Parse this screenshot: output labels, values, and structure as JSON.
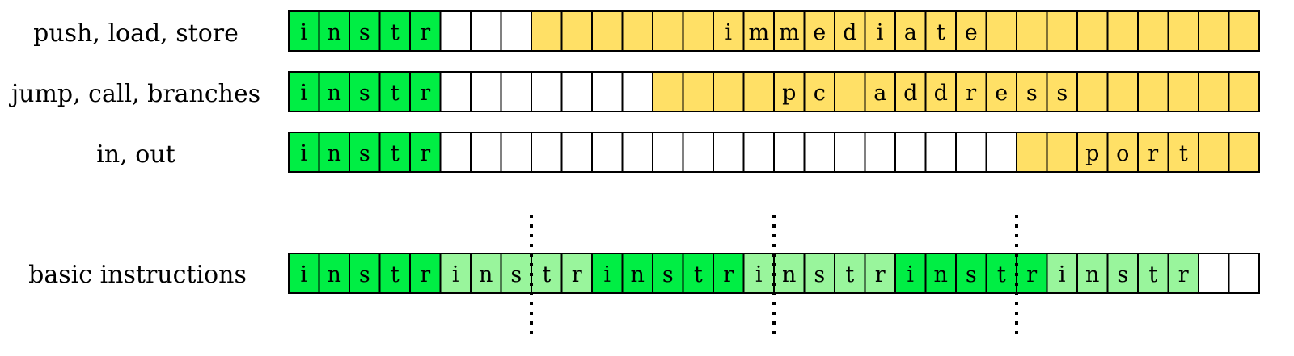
{
  "colors": {
    "instr": "#00ee44",
    "instr_light": "#99f59c",
    "field": "#ffe066",
    "empty": "#ffffff",
    "border": "#000000"
  },
  "rows": [
    {
      "label": "push, load, store",
      "cells": [
        {
          "c": "i",
          "t": "instr"
        },
        {
          "c": "n",
          "t": "instr"
        },
        {
          "c": "s",
          "t": "instr"
        },
        {
          "c": "t",
          "t": "instr"
        },
        {
          "c": "r",
          "t": "instr"
        },
        {
          "c": "",
          "t": "empty"
        },
        {
          "c": "",
          "t": "empty"
        },
        {
          "c": "",
          "t": "empty"
        },
        {
          "c": "",
          "t": "field"
        },
        {
          "c": "",
          "t": "field"
        },
        {
          "c": "",
          "t": "field"
        },
        {
          "c": "",
          "t": "field"
        },
        {
          "c": "",
          "t": "field"
        },
        {
          "c": "",
          "t": "field"
        },
        {
          "c": "i",
          "t": "field"
        },
        {
          "c": "m",
          "t": "field"
        },
        {
          "c": "m",
          "t": "field"
        },
        {
          "c": "e",
          "t": "field"
        },
        {
          "c": "d",
          "t": "field"
        },
        {
          "c": "i",
          "t": "field"
        },
        {
          "c": "a",
          "t": "field"
        },
        {
          "c": "t",
          "t": "field"
        },
        {
          "c": "e",
          "t": "field"
        },
        {
          "c": "",
          "t": "field"
        },
        {
          "c": "",
          "t": "field"
        },
        {
          "c": "",
          "t": "field"
        },
        {
          "c": "",
          "t": "field"
        },
        {
          "c": "",
          "t": "field"
        },
        {
          "c": "",
          "t": "field"
        },
        {
          "c": "",
          "t": "field"
        },
        {
          "c": "",
          "t": "field"
        },
        {
          "c": "",
          "t": "field"
        }
      ]
    },
    {
      "label": "jump, call, branches",
      "cells": [
        {
          "c": "i",
          "t": "instr"
        },
        {
          "c": "n",
          "t": "instr"
        },
        {
          "c": "s",
          "t": "instr"
        },
        {
          "c": "t",
          "t": "instr"
        },
        {
          "c": "r",
          "t": "instr"
        },
        {
          "c": "",
          "t": "empty"
        },
        {
          "c": "",
          "t": "empty"
        },
        {
          "c": "",
          "t": "empty"
        },
        {
          "c": "",
          "t": "empty"
        },
        {
          "c": "",
          "t": "empty"
        },
        {
          "c": "",
          "t": "empty"
        },
        {
          "c": "",
          "t": "empty"
        },
        {
          "c": "",
          "t": "field"
        },
        {
          "c": "",
          "t": "field"
        },
        {
          "c": "",
          "t": "field"
        },
        {
          "c": "",
          "t": "field"
        },
        {
          "c": "p",
          "t": "field"
        },
        {
          "c": "c",
          "t": "field"
        },
        {
          "c": "",
          "t": "field"
        },
        {
          "c": "a",
          "t": "field"
        },
        {
          "c": "d",
          "t": "field"
        },
        {
          "c": "d",
          "t": "field"
        },
        {
          "c": "r",
          "t": "field"
        },
        {
          "c": "e",
          "t": "field"
        },
        {
          "c": "s",
          "t": "field"
        },
        {
          "c": "s",
          "t": "field"
        },
        {
          "c": "",
          "t": "field"
        },
        {
          "c": "",
          "t": "field"
        },
        {
          "c": "",
          "t": "field"
        },
        {
          "c": "",
          "t": "field"
        },
        {
          "c": "",
          "t": "field"
        },
        {
          "c": "",
          "t": "field"
        }
      ]
    },
    {
      "label": "in, out",
      "cells": [
        {
          "c": "i",
          "t": "instr"
        },
        {
          "c": "n",
          "t": "instr"
        },
        {
          "c": "s",
          "t": "instr"
        },
        {
          "c": "t",
          "t": "instr"
        },
        {
          "c": "r",
          "t": "instr"
        },
        {
          "c": "",
          "t": "empty"
        },
        {
          "c": "",
          "t": "empty"
        },
        {
          "c": "",
          "t": "empty"
        },
        {
          "c": "",
          "t": "empty"
        },
        {
          "c": "",
          "t": "empty"
        },
        {
          "c": "",
          "t": "empty"
        },
        {
          "c": "",
          "t": "empty"
        },
        {
          "c": "",
          "t": "empty"
        },
        {
          "c": "",
          "t": "empty"
        },
        {
          "c": "",
          "t": "empty"
        },
        {
          "c": "",
          "t": "empty"
        },
        {
          "c": "",
          "t": "empty"
        },
        {
          "c": "",
          "t": "empty"
        },
        {
          "c": "",
          "t": "empty"
        },
        {
          "c": "",
          "t": "empty"
        },
        {
          "c": "",
          "t": "empty"
        },
        {
          "c": "",
          "t": "empty"
        },
        {
          "c": "",
          "t": "empty"
        },
        {
          "c": "",
          "t": "empty"
        },
        {
          "c": "",
          "t": "field"
        },
        {
          "c": "",
          "t": "field"
        },
        {
          "c": "p",
          "t": "field"
        },
        {
          "c": "o",
          "t": "field"
        },
        {
          "c": "r",
          "t": "field"
        },
        {
          "c": "t",
          "t": "field"
        },
        {
          "c": "",
          "t": "field"
        },
        {
          "c": "",
          "t": "field"
        }
      ]
    },
    {
      "label": "basic instructions",
      "cells": [
        {
          "c": "i",
          "t": "instr"
        },
        {
          "c": "n",
          "t": "instr"
        },
        {
          "c": "s",
          "t": "instr"
        },
        {
          "c": "t",
          "t": "instr"
        },
        {
          "c": "r",
          "t": "instr"
        },
        {
          "c": "i",
          "t": "instr_light"
        },
        {
          "c": "n",
          "t": "instr_light"
        },
        {
          "c": "s",
          "t": "instr_light"
        },
        {
          "c": "t",
          "t": "instr_light"
        },
        {
          "c": "r",
          "t": "instr_light"
        },
        {
          "c": "i",
          "t": "instr"
        },
        {
          "c": "n",
          "t": "instr"
        },
        {
          "c": "s",
          "t": "instr"
        },
        {
          "c": "t",
          "t": "instr"
        },
        {
          "c": "r",
          "t": "instr"
        },
        {
          "c": "i",
          "t": "instr_light"
        },
        {
          "c": "n",
          "t": "instr_light"
        },
        {
          "c": "s",
          "t": "instr_light"
        },
        {
          "c": "t",
          "t": "instr_light"
        },
        {
          "c": "r",
          "t": "instr_light"
        },
        {
          "c": "i",
          "t": "instr"
        },
        {
          "c": "n",
          "t": "instr"
        },
        {
          "c": "s",
          "t": "instr"
        },
        {
          "c": "t",
          "t": "instr"
        },
        {
          "c": "r",
          "t": "instr"
        },
        {
          "c": "i",
          "t": "instr_light"
        },
        {
          "c": "n",
          "t": "instr_light"
        },
        {
          "c": "s",
          "t": "instr_light"
        },
        {
          "c": "t",
          "t": "instr_light"
        },
        {
          "c": "r",
          "t": "instr_light"
        },
        {
          "c": "",
          "t": "empty"
        },
        {
          "c": "",
          "t": "empty"
        }
      ]
    }
  ],
  "dividers": [
    8,
    16,
    24
  ]
}
